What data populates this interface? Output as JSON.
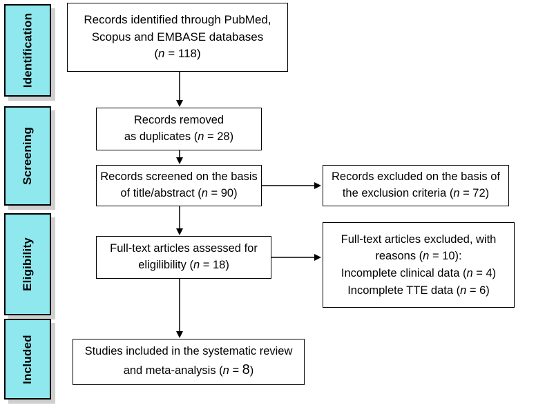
{
  "colors": {
    "phase_fill": "#8ee8ee",
    "phase_shadow": "#cfcfcf",
    "border": "#000000",
    "text": "#000000"
  },
  "phases": {
    "identification": "Identification",
    "screening": "Screening",
    "eligibility": "Eligibility",
    "included": "Included"
  },
  "boxes": {
    "identified": {
      "line1": "Records identified through PubMed,",
      "line2": "Scopus  and EMBASE databases",
      "n_open": "(",
      "n_var": "n",
      "n_value": " = 118)"
    },
    "duplicates": {
      "line1": "Records removed",
      "line2_pre": "as duplicates (",
      "n_var": "n",
      "n_value": " = 28)"
    },
    "screened": {
      "line1": "Records screened on the basis",
      "line2_pre": "of title/abstract (",
      "n_var": "n",
      "n_value": " = 90)"
    },
    "excluded_criteria": {
      "line1": "Records excluded on the basis of",
      "line2_pre": "the exclusion criteria (",
      "n_var": "n",
      "n_value": " = 72)"
    },
    "fulltext": {
      "line1": "Full-text articles assessed for",
      "line2_pre": "eligilibility (",
      "n_var": "n",
      "n_value": " = 18)"
    },
    "fulltext_excluded": {
      "line1": "Full-text articles  excluded, with",
      "line2_pre": "reasons (",
      "n_var": "n",
      "n_value": " = 10):",
      "reason1_pre": "Incomplete clinical data (",
      "reason1_var": "n",
      "reason1_value": " = 4)",
      "reason2_pre": "Incomplete TTE data (",
      "reason2_var": "n",
      "reason2_value": " = 6)"
    },
    "included": {
      "line1": "Studies included in the systematic review",
      "line2_pre": "and meta-analysis (",
      "n_var": "n",
      "n_value": " = ",
      "n_number": "8",
      "n_close": ")"
    }
  }
}
